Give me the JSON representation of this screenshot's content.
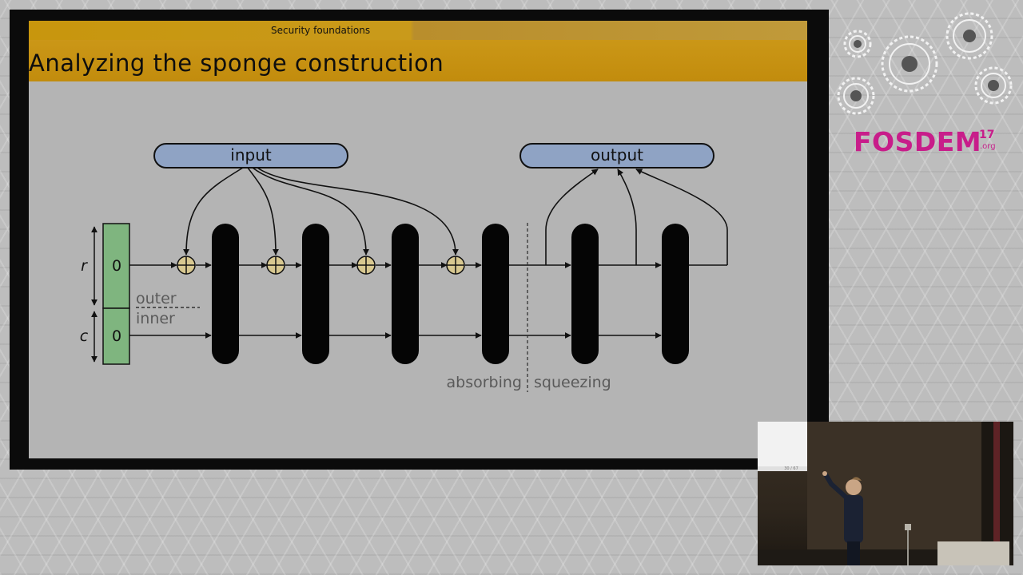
{
  "slide": {
    "section": "Security foundations",
    "title": "Analyzing the sponge construction"
  },
  "diagram": {
    "input_label": "input",
    "output_label": "output",
    "r_label": "r",
    "c_label": "c",
    "r_value": "0",
    "c_value": "0",
    "outer_label": "outer",
    "inner_label": "inner",
    "absorbing_label": "absorbing",
    "squeezing_label": "squeezing",
    "xor_symbol": "⊕"
  },
  "branding": {
    "name": "FOSDEM",
    "year": "17",
    "domain": ".org",
    "color": "#c81d8a"
  },
  "camera": {
    "projected_page": "30 / 67"
  },
  "colors": {
    "slide_bg": "#b4b4b4",
    "header": "#c8960d",
    "box_fill": "#8fa3c4",
    "state_fill": "#7fb57f"
  }
}
